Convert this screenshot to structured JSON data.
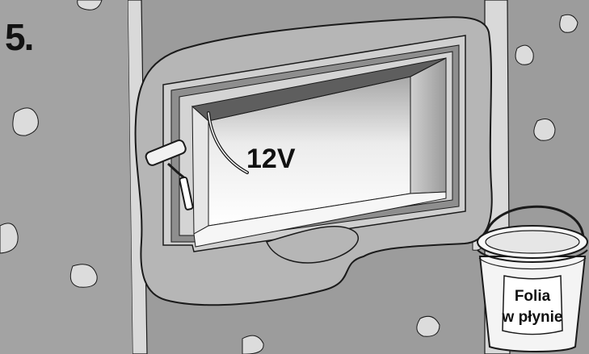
{
  "step": {
    "number": "5."
  },
  "niche": {
    "voltage_label": "12V"
  },
  "bucket": {
    "label_line1": "Folia",
    "label_line2": "w płynie"
  },
  "colors": {
    "wall": "#9c9c9c",
    "wall_light": "#c8c8c8",
    "wall_stripe": "#d9d9d9",
    "membrane": "#b6b6b6",
    "frame_outer": "#cfcfcf",
    "frame_inner": "#8e8e8e",
    "niche_back": "#f2f2f2",
    "outline": "#1a1a1a"
  },
  "icons": {
    "roller": "paint-roller-icon",
    "cable": "electric-cable-icon",
    "bucket": "paint-bucket-icon"
  }
}
